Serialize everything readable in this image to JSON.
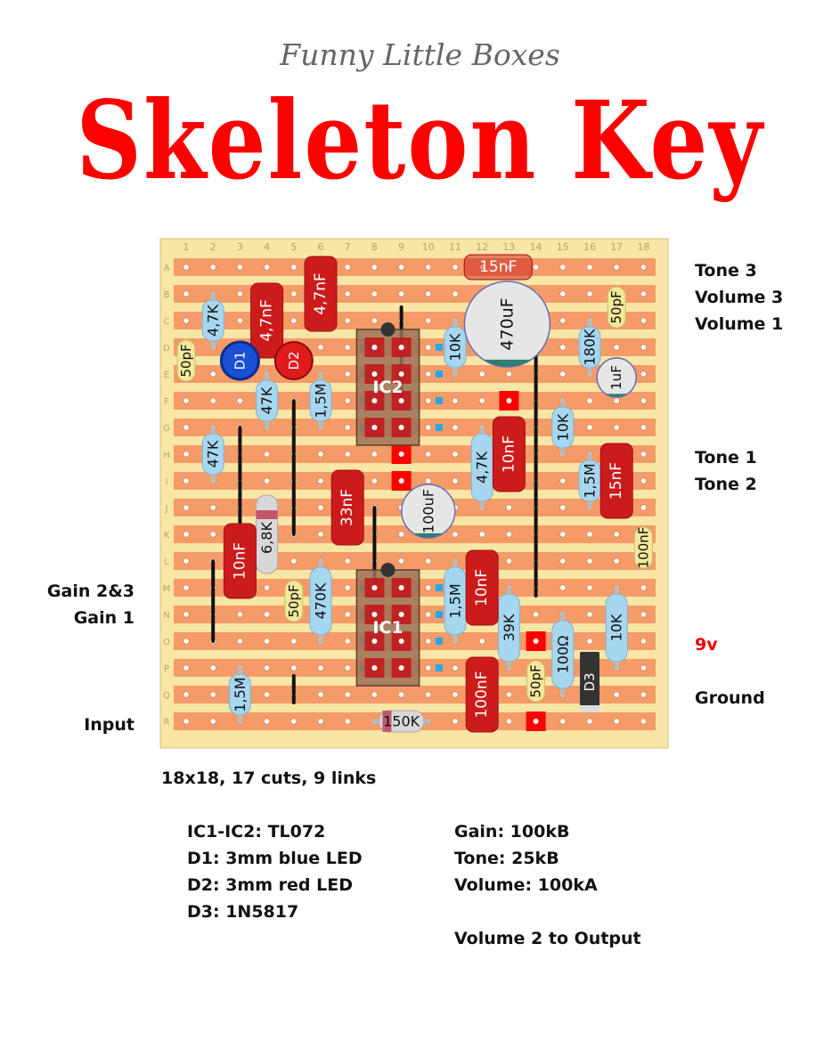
{
  "header": {
    "brand": "Funny Little Boxes",
    "title": "Skeleton Key"
  },
  "board": {
    "columns": [
      "1",
      "2",
      "3",
      "4",
      "5",
      "6",
      "7",
      "8",
      "9",
      "10",
      "11",
      "12",
      "13",
      "14",
      "15",
      "16",
      "17",
      "18"
    ],
    "rows": [
      "A",
      "B",
      "C",
      "D",
      "E",
      "F",
      "G",
      "H",
      "I",
      "J",
      "K",
      "L",
      "M",
      "N",
      "O",
      "P",
      "Q",
      "R"
    ],
    "colors": {
      "board": "#f8e6a6",
      "strip": "#f59b68",
      "resistor": "#a7d6f0",
      "film_cap": "#cc1b1b",
      "ceramic_cap": "#f1e89a",
      "electrolytic": "#e6e6e6",
      "ic_body": "#9c7055"
    },
    "components": {
      "resistors": [
        "4,7K",
        "10K",
        "180K",
        "47K",
        "1,5M",
        "47K",
        "10K",
        "1,5M",
        "4,7K",
        "6,8K",
        "470K",
        "1,5M",
        "39K",
        "100Ω",
        "10K",
        "1,5M",
        "150K"
      ],
      "film_caps": [
        "15nF",
        "4,7nF",
        "4,7nF",
        "10nF",
        "15nF",
        "33nF",
        "10nF",
        "10nF",
        "100nF"
      ],
      "ceramic_caps": [
        "50pF",
        "50pF",
        "50pF",
        "100nF",
        "50pF"
      ],
      "electrolytics": [
        "470uF",
        "1uF",
        "100uF"
      ],
      "leds": [
        "D1",
        "D2"
      ],
      "diode": "D3",
      "ics": [
        "IC2",
        "IC1"
      ]
    }
  },
  "side_labels": {
    "tone3": "Tone 3",
    "volume3": "Volume 3",
    "volume1": "Volume 1",
    "tone1": "Tone 1",
    "tone2": "Tone 2",
    "gain23": "Gain 2&3",
    "gain1": "Gain 1",
    "v9": "9v",
    "ground": "Ground",
    "input": "Input"
  },
  "summary": "18x18, 17 cuts, 9 links",
  "parts_left": [
    "IC1-IC2: TL072",
    "D1: 3mm blue LED",
    "D2: 3mm red LED",
    "D3: 1N5817"
  ],
  "parts_right": [
    "Gain: 100kB",
    "Tone: 25kB",
    "Volume: 100kA",
    "",
    "Volume 2 to Output"
  ]
}
